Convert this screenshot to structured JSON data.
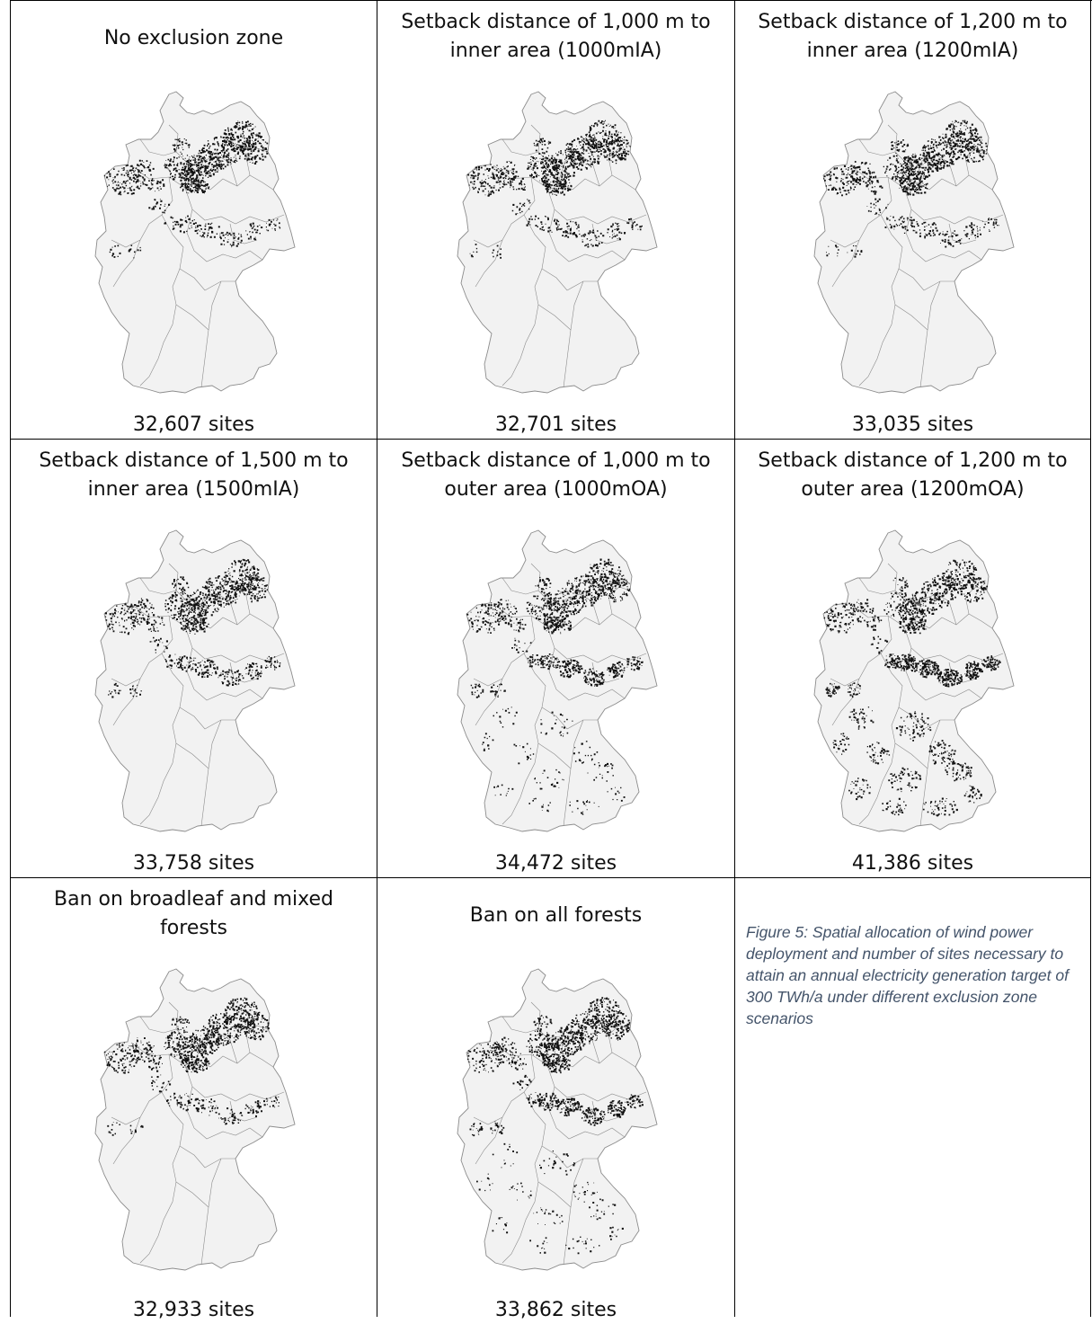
{
  "panels": [
    {
      "title_lines": [
        "No exclusion zone"
      ],
      "sites": "32,607 sites",
      "density": 1.0,
      "spread": 0
    },
    {
      "title_lines": [
        "Setback distance of 1,000 m to",
        "inner area (1000mIA)"
      ],
      "sites": "32,701 sites",
      "density": 1.0,
      "spread": 0
    },
    {
      "title_lines": [
        "Setback distance of 1,200 m to",
        "inner area (1200mIA)"
      ],
      "sites": "33,035 sites",
      "density": 1.0,
      "spread": 0
    },
    {
      "title_lines": [
        "Setback distance of 1,500 m to",
        "inner area (1500mIA)"
      ],
      "sites": "33,758 sites",
      "density": 0.95,
      "spread": 1
    },
    {
      "title_lines": [
        "Setback distance of 1,000 m to",
        "outer area (1000mOA)"
      ],
      "sites": "34,472 sites",
      "density": 0.9,
      "spread": 2
    },
    {
      "title_lines": [
        "Setback distance of 1,200 m to",
        "outer area (1200mOA)"
      ],
      "sites": "41,386 sites",
      "density": 0.8,
      "spread": 4
    },
    {
      "title_lines": [
        "Ban on broadleaf and mixed",
        "forests"
      ],
      "sites": "32,933 sites",
      "density": 1.0,
      "spread": 0
    },
    {
      "title_lines": [
        "Ban on all forests"
      ],
      "sites": "33,862 sites",
      "density": 0.95,
      "spread": 2
    }
  ],
  "caption": "Figure 5: Spatial allocation of wind power deployment and number of sites necessary to attain an annual electricity generation target of 300 TWh/a under different exclusion zone scenarios",
  "colors": {
    "map_fill": "#f2f2f2",
    "map_border": "#8c8c8c",
    "site_dot": "#111111",
    "caption_text": "#44546a"
  }
}
